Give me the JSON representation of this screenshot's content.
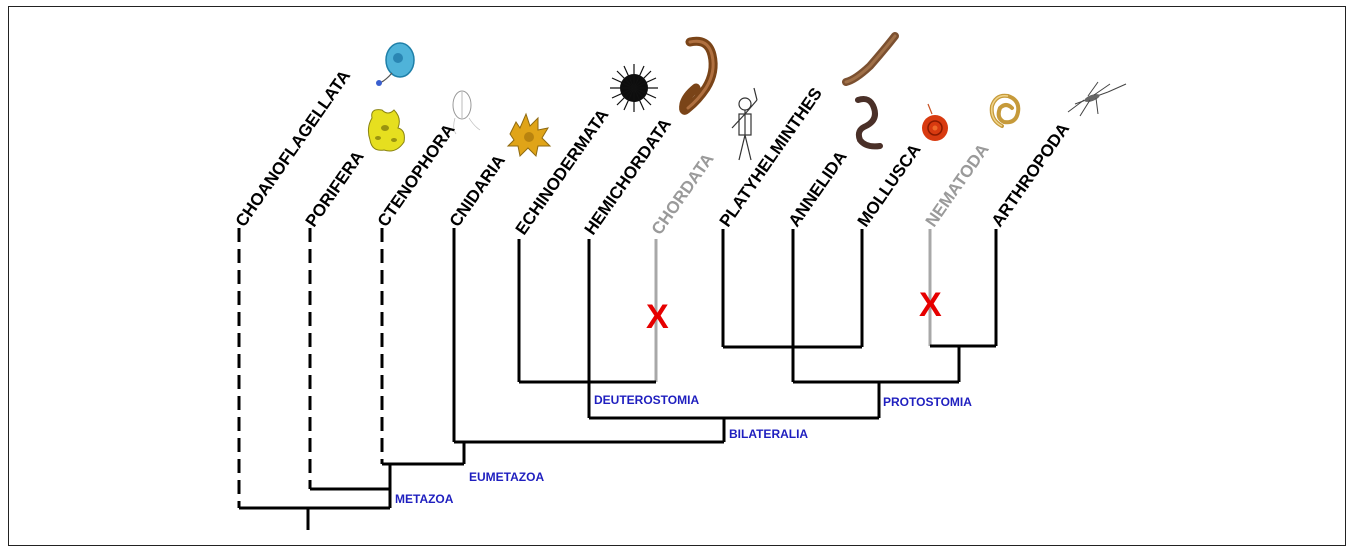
{
  "taxa": [
    {
      "label": "CHOANOFLAGELLATA",
      "color": "#000000"
    },
    {
      "label": "PORIFERA",
      "color": "#000000"
    },
    {
      "label": "CTENOPHORA",
      "color": "#000000"
    },
    {
      "label": "CNIDARIA",
      "color": "#000000"
    },
    {
      "label": "ECHINODERMATA",
      "color": "#000000"
    },
    {
      "label": "HEMICHORDATA",
      "color": "#000000"
    },
    {
      "label": "CHORDATA",
      "color": "#9a9a9a"
    },
    {
      "label": "PLATYHELMINTHES",
      "color": "#000000"
    },
    {
      "label": "ANNELIDA",
      "color": "#000000"
    },
    {
      "label": "MOLLUSCA",
      "color": "#000000"
    },
    {
      "label": "NEMATODA",
      "color": "#9a9a9a"
    },
    {
      "label": "ARTHROPODA",
      "color": "#000000"
    }
  ],
  "clades": {
    "deuterostomia": "DEUTEROSTOMIA",
    "protostomia": "PROTOSTOMIA",
    "bilateralia": "BILATERALIA",
    "eumetazoa": "EUMETAZOA",
    "metazoa": "METAZOA"
  },
  "loss_marker": "X",
  "colors": {
    "branch": "#000000",
    "lost_branch": "#a8a8a8",
    "clade_label": "#1f1fbf",
    "loss_marker": "#e60000"
  },
  "icons": [
    "choanoflagellate-icon",
    "sponge-icon",
    "comb-jelly-icon",
    "coral-icon",
    "sea-urchin-icon",
    "acorn-worm-icon",
    "human-icon",
    "flatworm-icon",
    "earthworm-icon",
    "snail-icon",
    "roundworm-icon",
    "mosquito-icon"
  ]
}
